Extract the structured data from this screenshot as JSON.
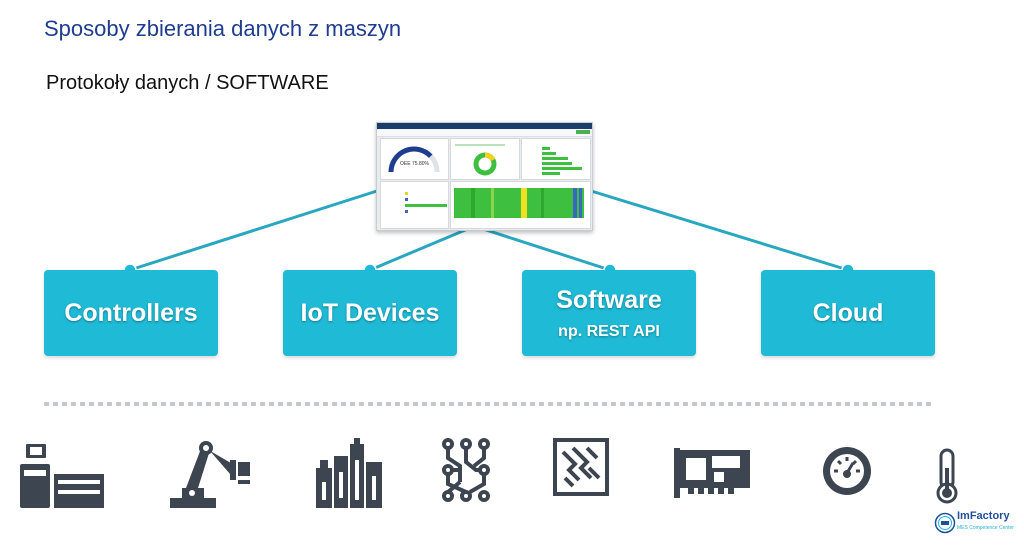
{
  "title": "Sposoby zbierania danych z maszyn",
  "subtitle": "Protokoły danych / SOFTWARE",
  "dashboard": {
    "oee_label": "OEE 75.80%",
    "oee_value": 0.758
  },
  "sources": [
    {
      "main": "Controllers",
      "sub": ""
    },
    {
      "main": "IoT Devices",
      "sub": ""
    },
    {
      "main": "Software",
      "sub": "np. REST API"
    },
    {
      "main": "Cloud",
      "sub": ""
    }
  ],
  "machine_icons": [
    "cnc-machine-icon",
    "robot-arm-icon",
    "factory-icon",
    "circuit-icon",
    "chip-board-icon",
    "pci-card-icon",
    "gauge-icon",
    "thermometer-icon"
  ],
  "logo": {
    "name": "ImFactory",
    "tagline": "MES Competence Center"
  },
  "colors": {
    "title": "#1f3d8f",
    "box": "#1fbad6",
    "connector": "#2aa7c0",
    "icon": "#3d4650",
    "dashboard_header": "#1c3d6a"
  }
}
